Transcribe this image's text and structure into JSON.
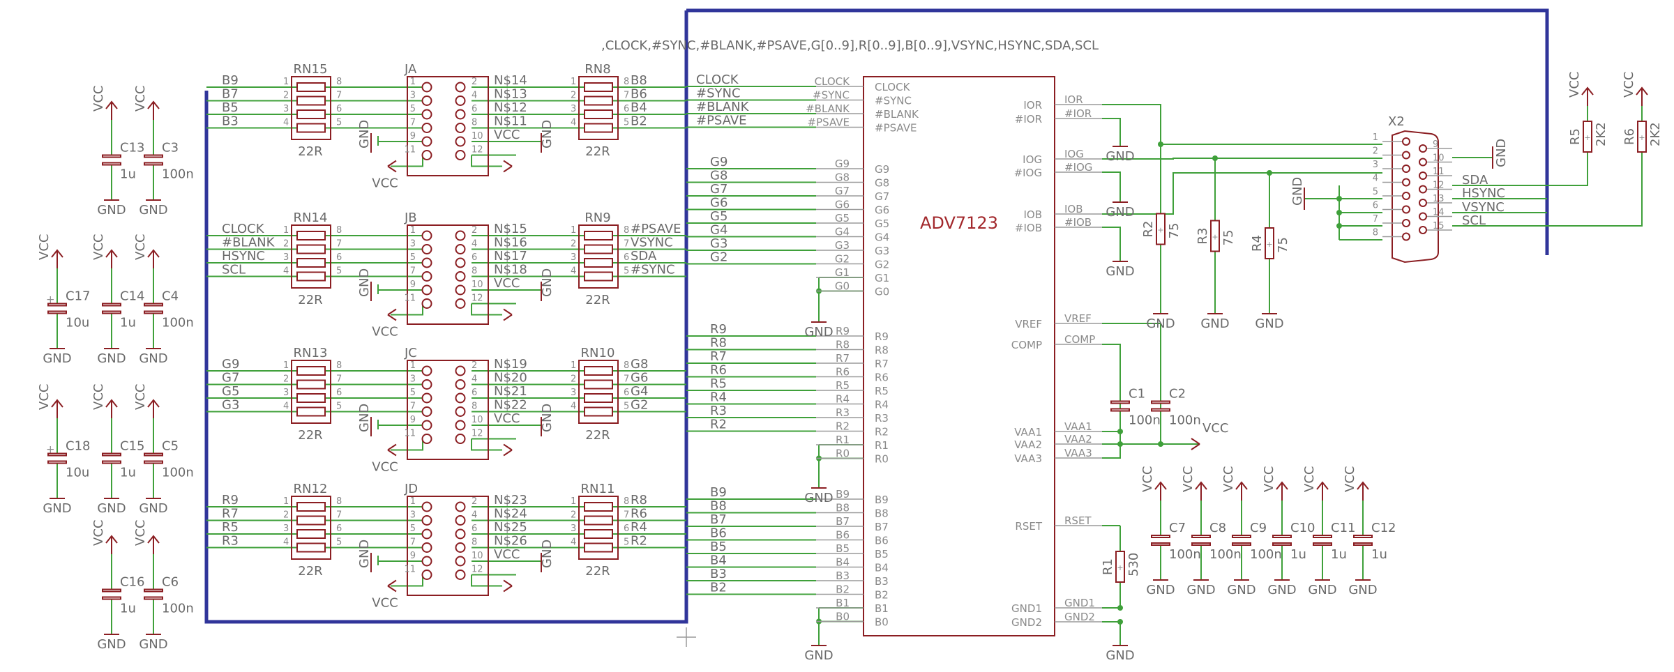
{
  "bus_label": ",CLOCK,#SYNC,#BLANK,#PSAVE,G[0..9],R[0..9],B[0..9],VSYNC,HSYNC,SDA,SCL",
  "power": {
    "vcc": "VCC",
    "gnd": "GND"
  },
  "headers": [
    {
      "name": "JA",
      "rn_left": "RN15",
      "rn_right": "RN8",
      "rn_value": "22R",
      "left_nets": [
        "B9",
        "B7",
        "B5",
        "B3"
      ],
      "mid_nets": [
        "N$14",
        "N$13",
        "N$12",
        "N$11"
      ],
      "right_nets": [
        "B8",
        "B6",
        "B4",
        "B2"
      ]
    },
    {
      "name": "JB",
      "rn_left": "RN14",
      "rn_right": "RN9",
      "rn_value": "22R",
      "left_nets": [
        "CLOCK",
        "#BLANK",
        "HSYNC",
        "SCL"
      ],
      "mid_nets": [
        "N$15",
        "N$16",
        "N$17",
        "N$18"
      ],
      "right_nets": [
        "#PSAVE",
        "VSYNC",
        "SDA",
        "#SYNC"
      ]
    },
    {
      "name": "JC",
      "rn_left": "RN13",
      "rn_right": "RN10",
      "rn_value": "22R",
      "left_nets": [
        "G9",
        "G7",
        "G5",
        "G3"
      ],
      "mid_nets": [
        "N$19",
        "N$20",
        "N$21",
        "N$22"
      ],
      "right_nets": [
        "G8",
        "G6",
        "G4",
        "G2"
      ]
    },
    {
      "name": "JD",
      "rn_left": "RN12",
      "rn_right": "RN11",
      "rn_value": "22R",
      "left_nets": [
        "R9",
        "R7",
        "R5",
        "R3"
      ],
      "mid_nets": [
        "N$23",
        "N$24",
        "N$25",
        "N$26"
      ],
      "right_nets": [
        "R8",
        "R6",
        "R4",
        "R2"
      ]
    }
  ],
  "header_pins": [
    "1",
    "2",
    "3",
    "4",
    "5",
    "6",
    "7",
    "8",
    "9",
    "10",
    "11",
    "12"
  ],
  "header_vcc": "VCC",
  "rn_pin_left": [
    "1",
    "2",
    "3",
    "4"
  ],
  "rn_pin_right": [
    "8",
    "7",
    "6",
    "5"
  ],
  "caps_left": [
    {
      "name": "C13",
      "value": "1u"
    },
    {
      "name": "C3",
      "value": "100n"
    },
    {
      "name": "C17",
      "value": "10u"
    },
    {
      "name": "C14",
      "value": "1u"
    },
    {
      "name": "C4",
      "value": "100n"
    },
    {
      "name": "C18",
      "value": "10u"
    },
    {
      "name": "C15",
      "value": "1u"
    },
    {
      "name": "C5",
      "value": "100n"
    },
    {
      "name": "C16",
      "value": "1u"
    },
    {
      "name": "C6",
      "value": "100n"
    }
  ],
  "chip": {
    "name": "ADV7123",
    "left_pins": [
      "CLOCK",
      "#SYNC",
      "#BLANK",
      "#PSAVE",
      "G9",
      "G8",
      "G7",
      "G6",
      "G5",
      "G4",
      "G3",
      "G2",
      "G1",
      "G0",
      "R9",
      "R8",
      "R7",
      "R6",
      "R5",
      "R4",
      "R3",
      "R2",
      "R1",
      "R0",
      "B9",
      "B8",
      "B7",
      "B6",
      "B5",
      "B4",
      "B3",
      "B2",
      "B1",
      "B0"
    ],
    "left_nets": [
      "CLOCK",
      "#SYNC",
      "#BLANK",
      "#PSAVE",
      "G9",
      "G8",
      "G7",
      "G6",
      "G5",
      "G4",
      "G3",
      "G2",
      "R9",
      "R8",
      "R7",
      "R6",
      "R5",
      "R4",
      "R3",
      "R2",
      "B9",
      "B8",
      "B7",
      "B6",
      "B5",
      "B4",
      "B3",
      "B2"
    ],
    "right_pins": [
      "IOR",
      "#IOR",
      "IOG",
      "#IOG",
      "IOB",
      "#IOB",
      "VREF",
      "COMP",
      "VAA1",
      "VAA2",
      "VAA3",
      "RSET",
      "GND1",
      "GND2"
    ]
  },
  "ref_caps": [
    {
      "name": "C1",
      "value": "100n"
    },
    {
      "name": "C2",
      "value": "100n"
    }
  ],
  "dac_resistors": [
    {
      "name": "R2",
      "value": "75"
    },
    {
      "name": "R3",
      "value": "75"
    },
    {
      "name": "R4",
      "value": "75"
    }
  ],
  "rset": {
    "name": "R1",
    "value": "530"
  },
  "decoupling": [
    {
      "name": "C7",
      "value": "100n"
    },
    {
      "name": "C8",
      "value": "100n"
    },
    {
      "name": "C9",
      "value": "100n"
    },
    {
      "name": "C10",
      "value": "1u"
    },
    {
      "name": "C11",
      "value": "1u"
    },
    {
      "name": "C12",
      "value": "1u"
    }
  ],
  "connector": {
    "name": "X2",
    "pins_left": [
      "1",
      "2",
      "3",
      "4",
      "5",
      "6",
      "7",
      "8"
    ],
    "pins_right": [
      "9",
      "10",
      "11",
      "12",
      "13",
      "14",
      "15"
    ],
    "signals": [
      "SDA",
      "HSYNC",
      "VSYNC",
      "SCL"
    ]
  },
  "pullups": [
    {
      "name": "R5",
      "value": "2K2"
    },
    {
      "name": "R6",
      "value": "2K2"
    }
  ]
}
